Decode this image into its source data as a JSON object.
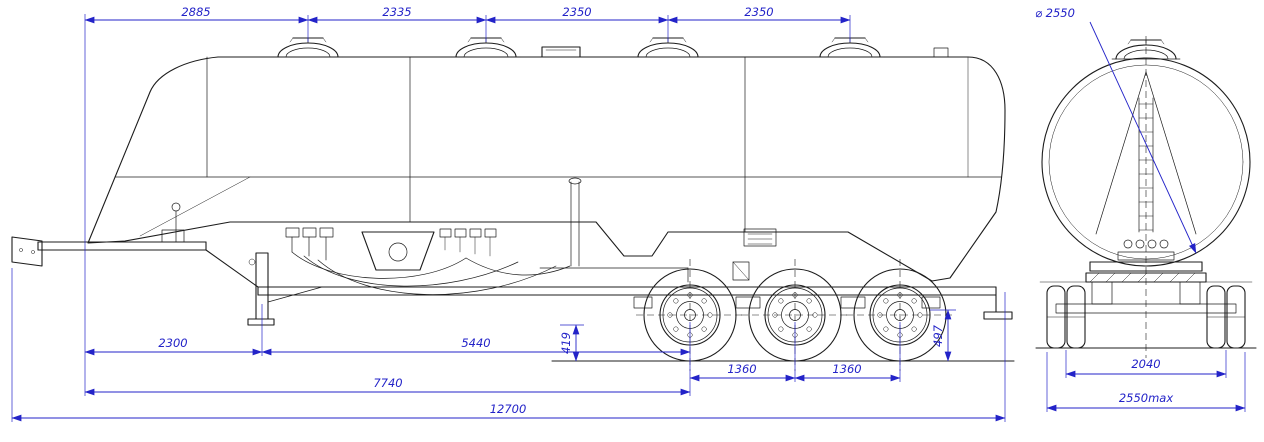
{
  "colors": {
    "dimension_blue": "#2323c8",
    "line_black": "#1c1c1c",
    "background": "#ffffff"
  },
  "dimensions": {
    "top_spacing": [
      "2885",
      "2335",
      "2350",
      "2350"
    ],
    "tank_diameter": "⌀ 2550",
    "front_to_landing_gear": "2300",
    "landing_gear_to_first_axle": "5440",
    "frame_to_ground": "419",
    "front_to_first_axle": "7740",
    "axle_spacing": [
      "1360",
      "1360"
    ],
    "rear_frame_to_ground": "497",
    "overall_length": "12700",
    "rear_track": "2040",
    "overall_width": "2550max"
  }
}
